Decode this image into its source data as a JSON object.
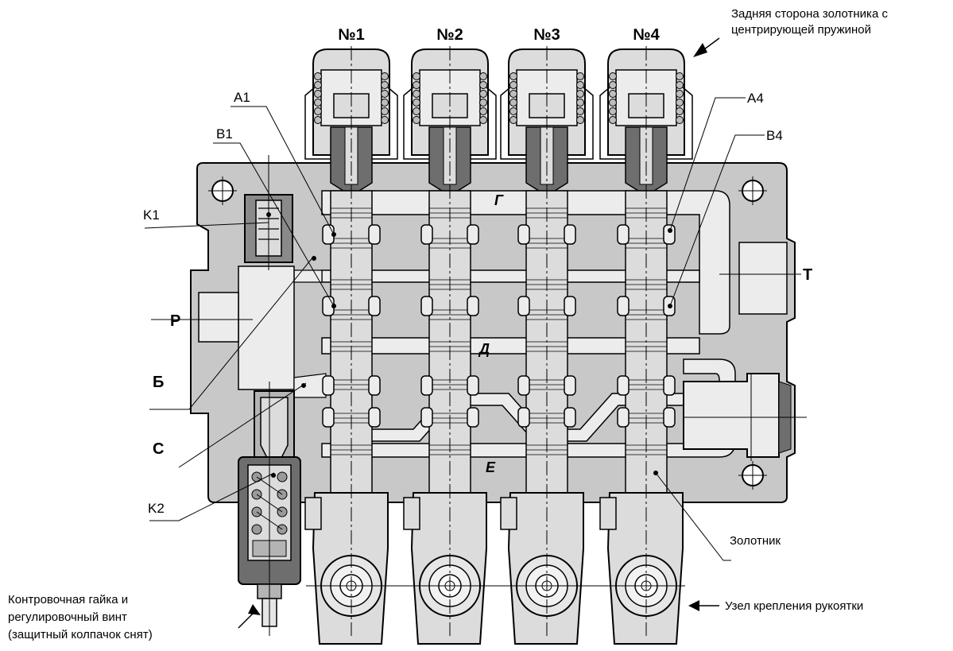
{
  "sections": [
    "№1",
    "№2",
    "№3",
    "№4"
  ],
  "labels": {
    "back_side": [
      "Задняя сторона золотника с",
      "центрирующей пружиной"
    ],
    "a1": "A1",
    "b1": "B1",
    "a4": "A4",
    "b4": "B4",
    "k1": "K1",
    "k2": "K2",
    "p": "P",
    "t": "T",
    "b_cyr": "Б",
    "c": "C",
    "g": "Г",
    "d": "Д",
    "e": "Е",
    "spool": "Золотник",
    "handle": "Узел крепления рукоятки",
    "locknut": [
      "Контровочная гайка и",
      "регулировочный винт",
      "(защитный колпачок снят)"
    ]
  },
  "colors": {
    "body": "#c8c8c8",
    "channel": "#ececec",
    "outline": "#000000",
    "spool": "#dcdcdc",
    "dark": "#6e6e6e"
  }
}
